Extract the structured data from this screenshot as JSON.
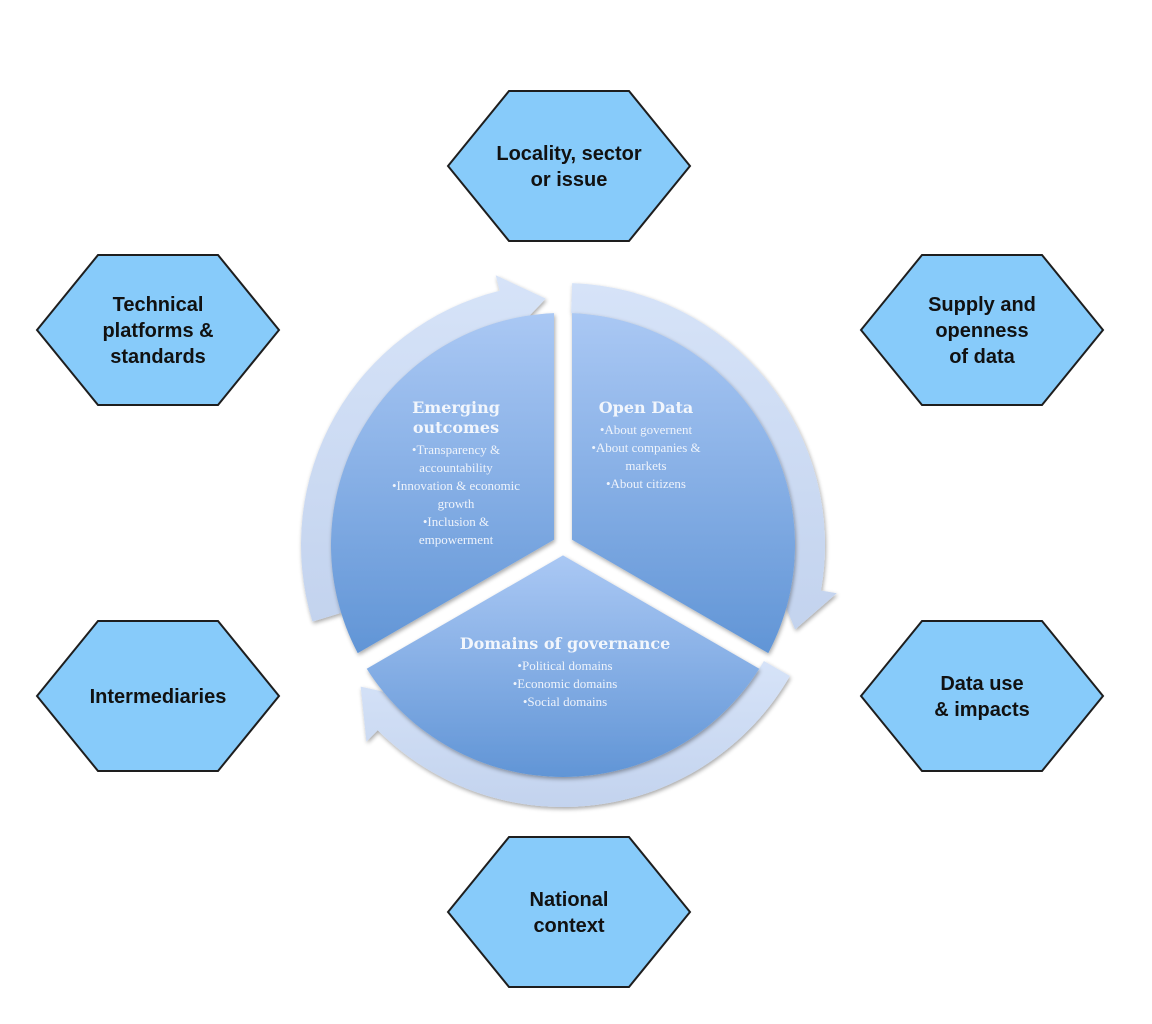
{
  "diagram": {
    "colors": {
      "hexagon_fill": "#87cbfa",
      "hexagon_stroke": "#1e1e1e",
      "wedge_top": "#aac8f4",
      "wedge_bottom": "#6195d6",
      "ring_arrow": "#cfdcf4",
      "text_light": "#f2f6fc"
    },
    "hexagons": [
      {
        "id": "locality",
        "lines": [
          "Locality, sector",
          "or issue"
        ]
      },
      {
        "id": "supply",
        "lines": [
          "Supply and",
          "openness",
          "of data"
        ]
      },
      {
        "id": "data-use",
        "lines": [
          "Data use",
          "& impacts"
        ]
      },
      {
        "id": "national",
        "lines": [
          "National",
          "context"
        ]
      },
      {
        "id": "intermediaries",
        "lines": [
          "Intermediaries"
        ]
      },
      {
        "id": "technical",
        "lines": [
          "Technical",
          "platforms &",
          "standards"
        ]
      }
    ],
    "cycle": [
      {
        "id": "open-data",
        "title": [
          "Open Data"
        ],
        "items": [
          "•About governent",
          "•About companies &",
          "markets",
          "•About citizens"
        ]
      },
      {
        "id": "domains-of-governance",
        "title": [
          "Domains of governance"
        ],
        "items": [
          "•Political  domains",
          "•Economic  domains",
          "•Social domains"
        ]
      },
      {
        "id": "emerging-outcomes",
        "title": [
          "Emerging",
          "outcomes"
        ],
        "items": [
          "•Transparency &",
          "accountability",
          "•Innovation & economic",
          "growth",
          "•Inclusion &",
          "empowerment"
        ]
      }
    ]
  }
}
